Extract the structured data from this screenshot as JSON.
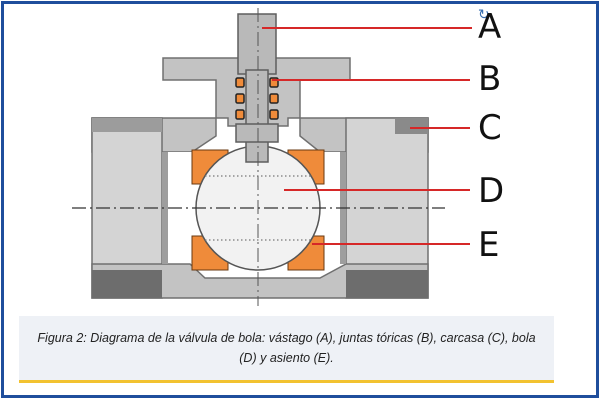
{
  "labels": {
    "a": "A",
    "b": "B",
    "c": "C",
    "d": "D",
    "e": "E"
  },
  "caption": "Figura 2: Diagrama de la válvula de bola: vástago (A), juntas tóricas (B), carcasa (C), bola (D) y asiento (E).",
  "colors": {
    "frame": "#1f4e9c",
    "body_gray": "#c0c0c0",
    "body_dark": "#5a5a5a",
    "seat_orange": "#ef8b3a",
    "leader_red": "#d62828",
    "ball_fill": "#f2f2f2",
    "caption_bg": "#eef1f6",
    "caption_rule": "#f2c230"
  },
  "icons": {
    "corner": "sync-glyph"
  }
}
